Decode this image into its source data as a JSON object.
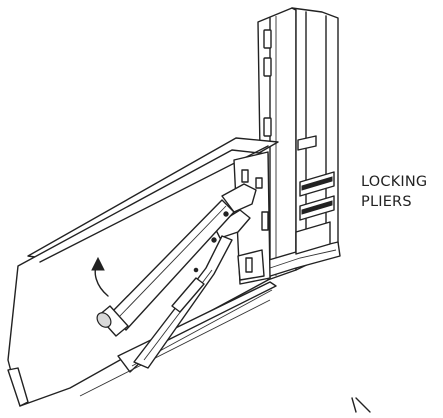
{
  "figure": {
    "callout": {
      "line1": "LOCKING",
      "line2": "PLIERS"
    },
    "parts": [
      "upright-post",
      "beam",
      "locking-pliers",
      "rotation-arrow"
    ]
  }
}
